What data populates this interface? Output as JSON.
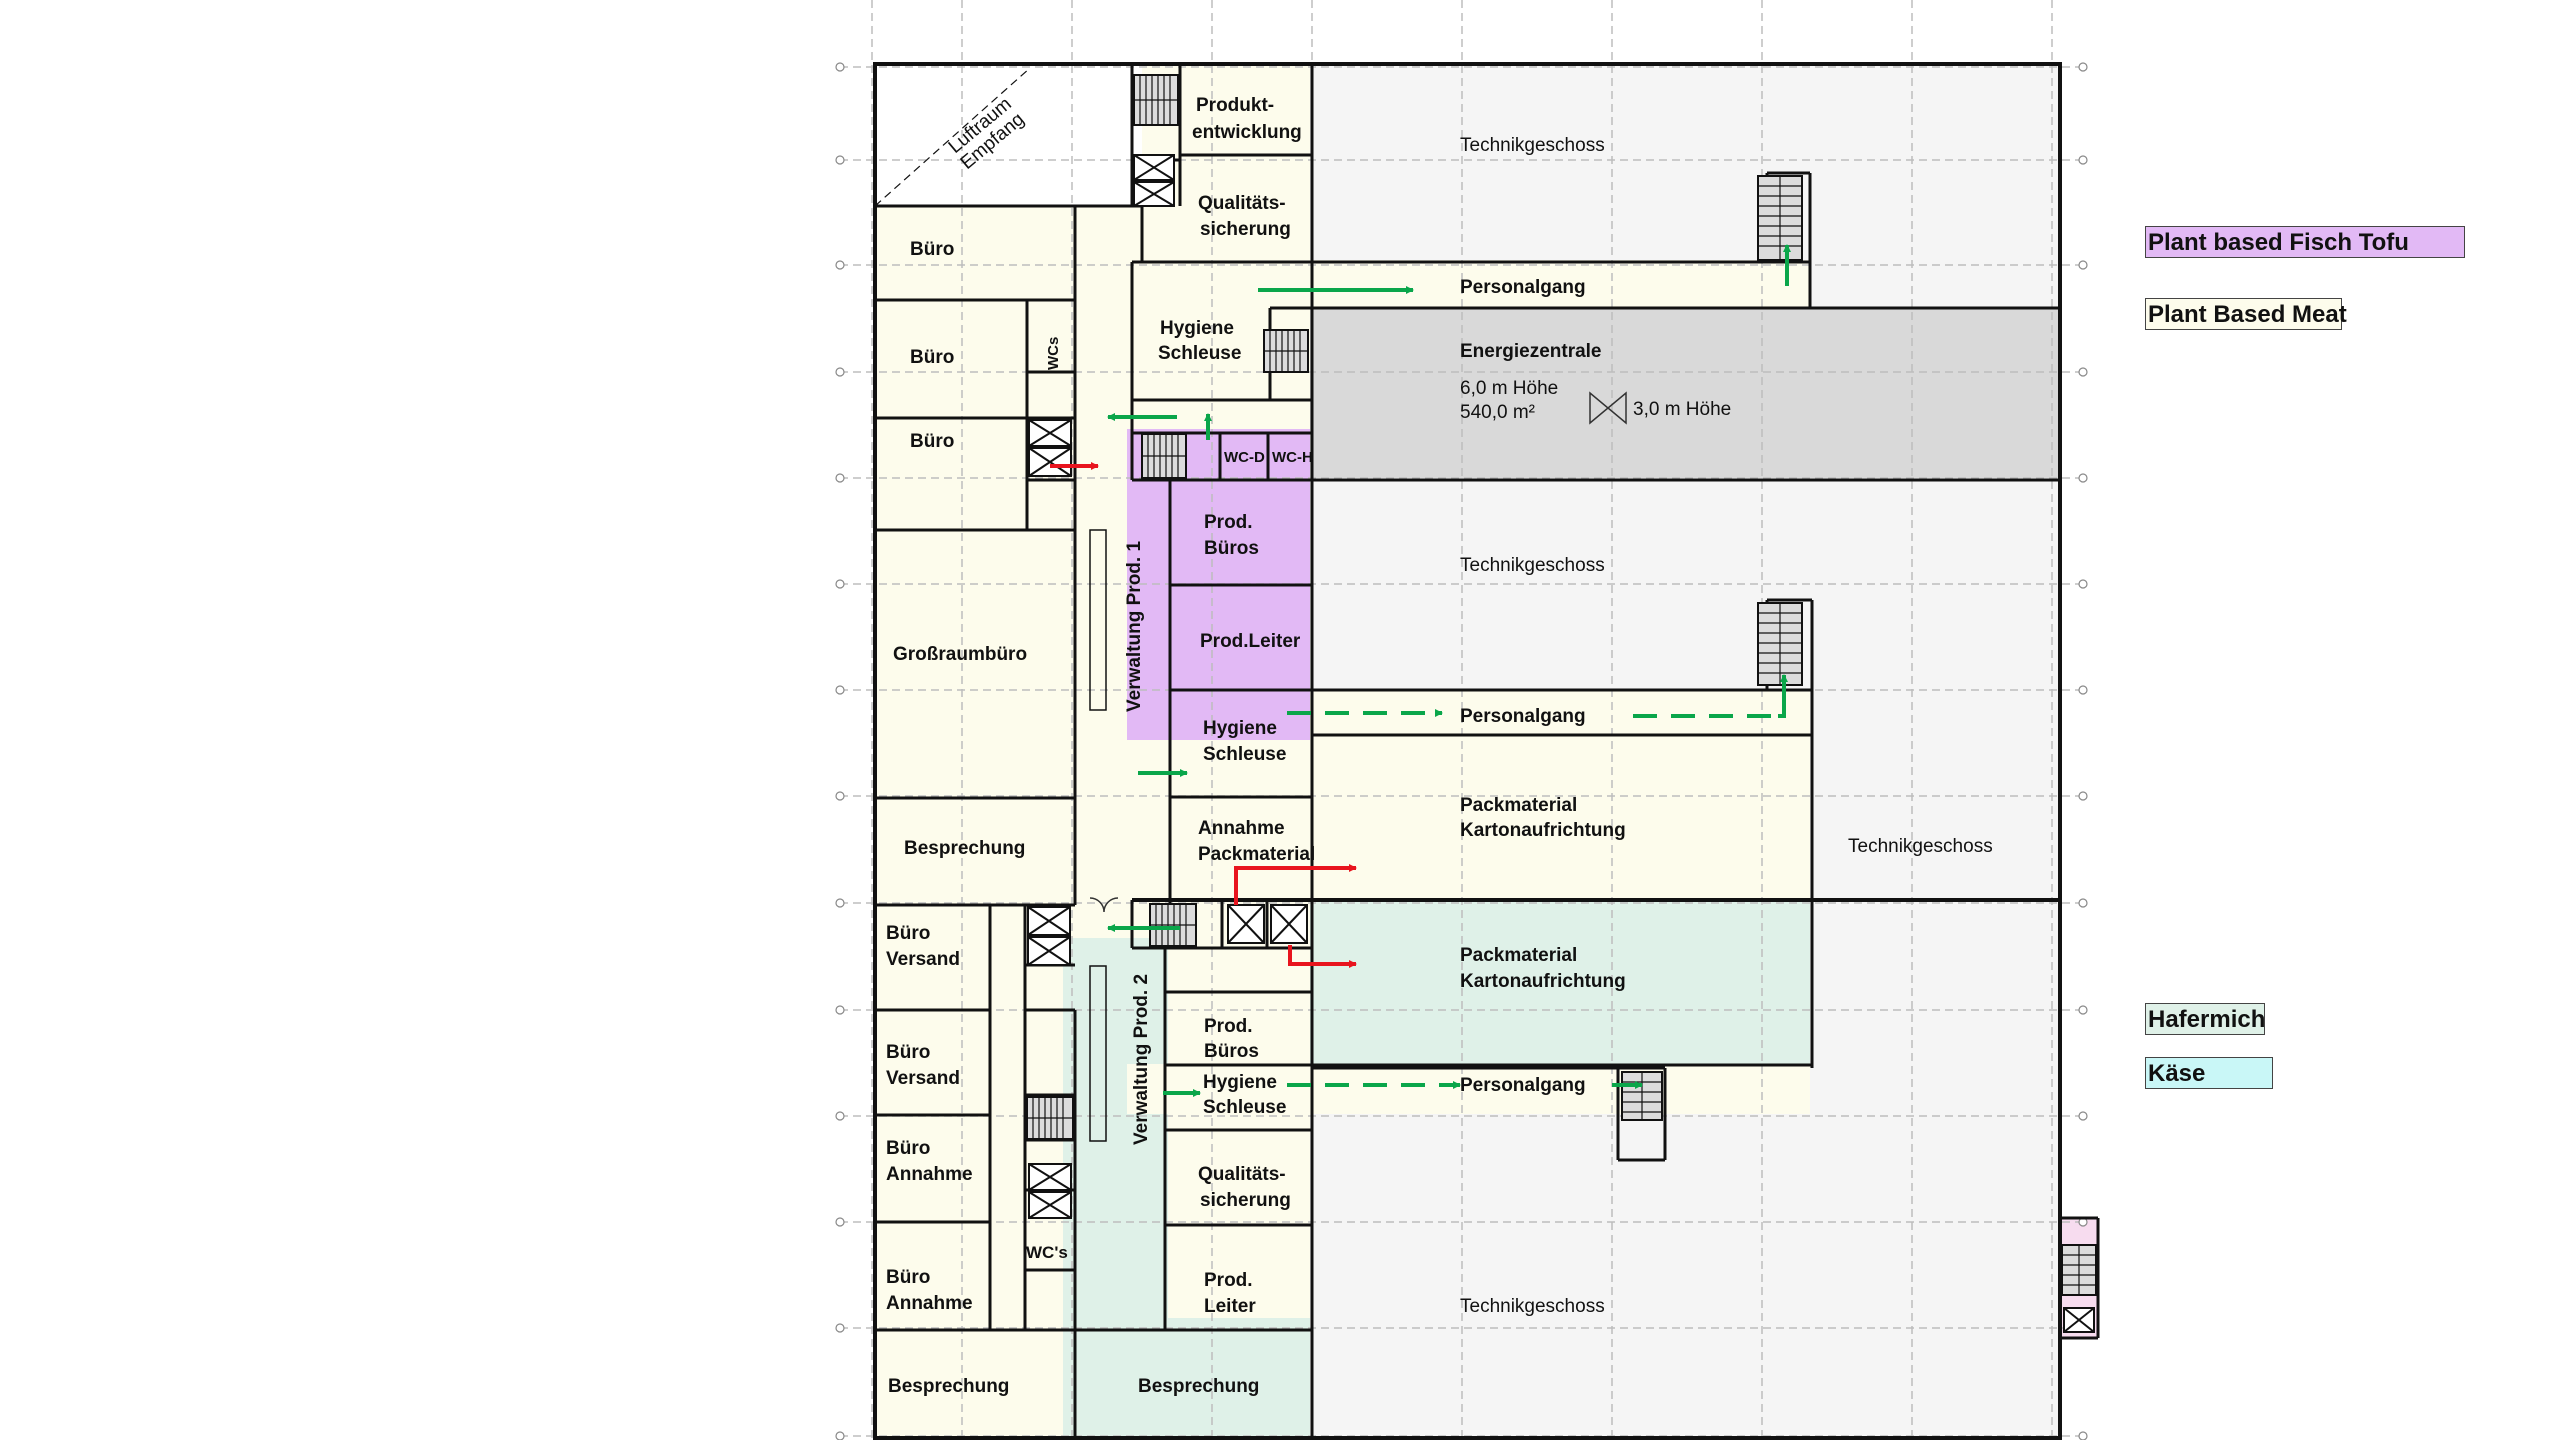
{
  "colors": {
    "office": "#fdfcec",
    "plant_based_fisch_tofu": "#e2b9f5",
    "plant_based_meat": "#fdfcec",
    "hafermilch": "#dff1e8",
    "kaese": "#c9f7f7",
    "energy": "#d9d9d9",
    "technik": "#f5f5f5",
    "arrow_green": "#0aa64a",
    "arrow_red": "#e8141e"
  },
  "legend": {
    "plant_based_fisch_tofu": "Plant based Fisch Tofu",
    "plant_based_meat": "Plant Based Meat",
    "hafermich": "Hafermich",
    "kaese": "Käse"
  },
  "rooms": {
    "luftraum": "Luftraum",
    "empfang": "Empfang",
    "produktentwicklung_1": "Produkt-",
    "produktentwicklung_2": "entwicklung",
    "qualitaet_1": "Qualitäts-",
    "qualitaet_2": "sicherung",
    "buero_1": "Büro",
    "buero_2": "Büro",
    "buero_3": "Büro",
    "wcs_top": "WCs",
    "hygiene_1": "Hygiene",
    "schleuse_1": "Schleuse",
    "wc_d": "WC-D",
    "wc_h": "WC-H",
    "prod_bueros_1a": "Prod.",
    "prod_bueros_1b": "Büros",
    "prod_leiter_1": "Prod.Leiter",
    "verwaltung_1": "Verwaltung Prod. 1",
    "grossraum": "Großraumbüro",
    "hygiene_2": "Hygiene",
    "schleuse_2": "Schleuse",
    "besprechung_1": "Besprechung",
    "annahme_1": "Annahme",
    "packmaterial_1": "Packmaterial",
    "buero_versand_1a": "Büro",
    "buero_versand_1b": "Versand",
    "buero_versand_2a": "Büro",
    "buero_versand_2b": "Versand",
    "verwaltung_2": "Verwaltung Prod. 2",
    "prod_bueros_2a": "Prod.",
    "prod_bueros_2b": "Büros",
    "hygiene_3": "Hygiene",
    "schleuse_3": "Schleuse",
    "buero_annahme_1a": "Büro",
    "buero_annahme_1b": "Annahme",
    "qualitaet_3": "Qualitäts-",
    "qualitaet_4": "sicherung",
    "wcs_bottom": "WC's",
    "buero_annahme_2a": "Büro",
    "buero_annahme_2b": "Annahme",
    "prod_leiter_2a": "Prod.",
    "prod_leiter_2b": "Leiter",
    "besprechung_2": "Besprechung",
    "besprechung_3": "Besprechung",
    "personalgang_1": "Personalgang",
    "personalgang_2": "Personalgang",
    "personalgang_3": "Personalgang",
    "energiezentrale": "Energiezentrale",
    "energie_hoehe": "6,0 m Höhe",
    "energie_flaeche": "540,0 m²",
    "energie_hoehe2": "3,0 m Höhe",
    "technik_1": "Technikgeschoss",
    "technik_2": "Technikgeschoss",
    "technik_3": "Technikgeschoss",
    "technik_4": "Technikgeschoss",
    "pack_1a": "Packmaterial",
    "pack_1b": "Kartonaufrichtung",
    "pack_2a": "Packmaterial",
    "pack_2b": "Kartonaufrichtung"
  }
}
